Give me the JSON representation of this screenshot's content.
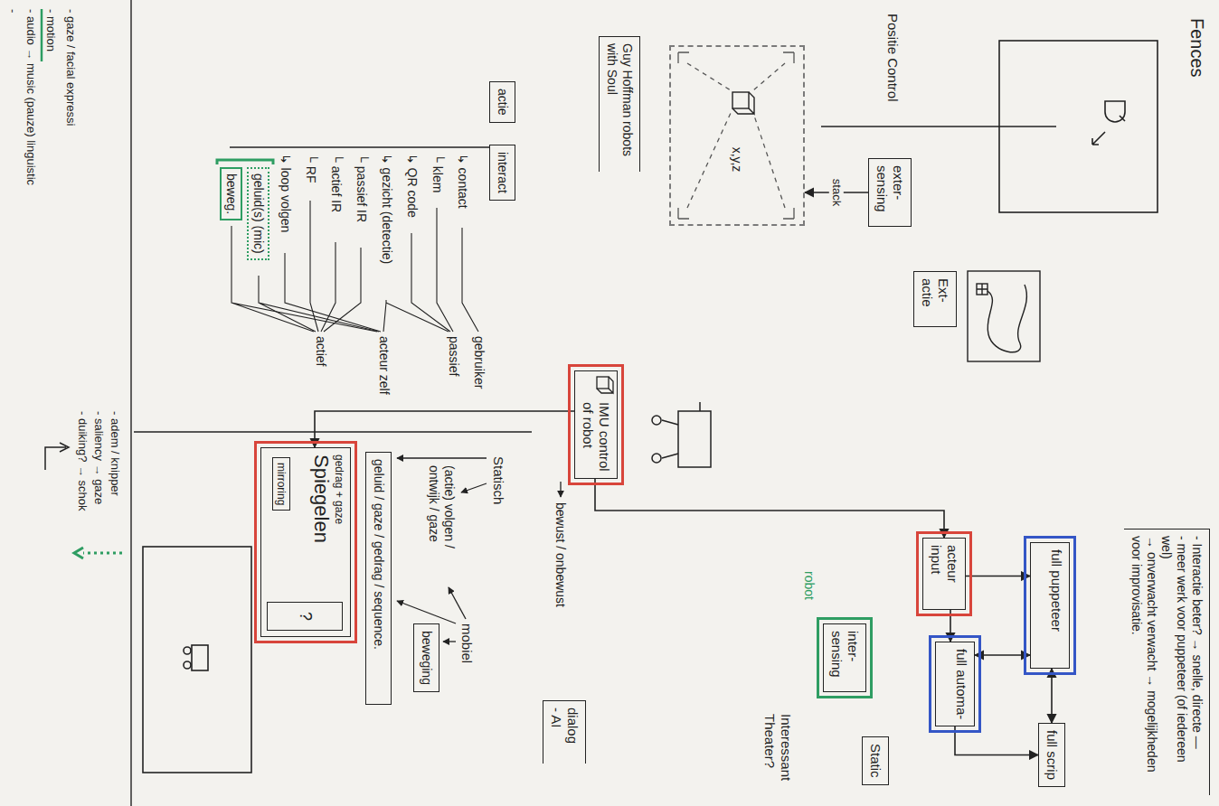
{
  "diagram": {
    "nodes": [
      {
        "text": [
          "- Interactie beter? → snelle, directe —",
          "- meer werk voor puppeteer (of iedereen wel)",
          "→ onverwacht verwacht → mogelijkheden voor improvisatie."
        ]
      },
      {
        "text": [
          "full puppeteer"
        ]
      },
      {
        "text": [
          "full scrip"
        ]
      },
      {
        "text": [
          "Ext- actie"
        ]
      },
      {
        "text": [
          "acteur input"
        ]
      },
      {
        "text": [
          "full automa-"
        ]
      },
      {
        "text": [
          "exter- sensing"
        ]
      },
      {
        "text": [
          "Static"
        ]
      },
      {
        "text": [
          "inter- sensing"
        ]
      },
      {
        "text": [
          "x,y,z"
        ]
      },
      {
        "text": [
          "Guy Hoffman robots with Soul"
        ]
      },
      {
        "text": [
          "IMU control of robot"
        ]
      },
      {
        "text": [
          "dialog",
          "- AI"
        ]
      },
      {
        "text": [
          "actie"
        ]
      },
      {
        "text": [
          "interact"
        ]
      },
      {
        "text": [
          "beweging"
        ]
      },
      {
        "text": [
          "geluid / gaze / gedrag / sequence."
        ]
      },
      {
        "text": [
          "gedrag + gaze",
          "Spiegelen"
        ]
      },
      {
        "text": [
          "mirroring"
        ],
        "in": 17
      },
      {
        "text": [
          "?"
        ],
        "in": 17
      },
      {
        "text": [
          "geluid(s) (mic)"
        ]
      },
      {
        "text": [
          "beweg."
        ]
      }
    ],
    "edges": [
      {
        "from": 6,
        "to": 9,
        "label": "stack",
        "arrow": "to"
      },
      {
        "from": 4,
        "to": 1,
        "arrow": "to"
      },
      {
        "from": 4,
        "to": 5,
        "arrow": "to"
      },
      {
        "from": 1,
        "to": 5,
        "arrow": "both"
      },
      {
        "from": 5,
        "to": 2,
        "arrow": "to"
      },
      {
        "from": 1,
        "to": 2,
        "arrow": "both"
      },
      {
        "from": 11,
        "to": 4,
        "arrow": "to"
      },
      {
        "from": 11,
        "to": 17,
        "arrow": "to"
      }
    ],
    "labels": [
      "Fences",
      "Positie Control",
      "robot",
      "Interessant Theater?",
      "bewust / onbewust",
      "Statisch",
      "(actie) volgen / ontwijk / gaze",
      "mobiel",
      "↳ contact",
      "└ klem",
      "↳ QR code",
      "↳ gezicht (detectie)",
      "└ passief IR",
      "└ actief IR",
      "└ RF",
      "↳ loop volgen",
      "gebruiker",
      "passief",
      "acteur zelf",
      "actief",
      "- adem / knipper",
      "- saliency → gaze",
      "- duiking? → schok",
      "- gaze / facial expressi",
      "- motion",
      "- audio → music (pauze) linguistic",
      "-"
    ]
  }
}
